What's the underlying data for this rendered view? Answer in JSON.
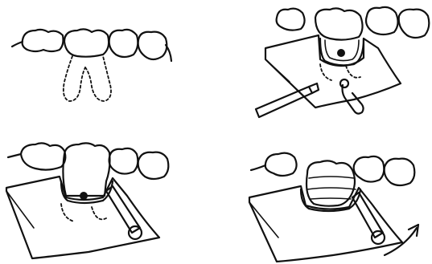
{
  "figure": {
    "panels": [
      {
        "id": "panel-1",
        "description_key": "tooth-with-roots"
      },
      {
        "id": "panel-2",
        "description_key": "rubber-dam-isolation-with-clamp-and-instrument"
      },
      {
        "id": "panel-3",
        "description_key": "cavity-preparation-under-dam"
      },
      {
        "id": "panel-4",
        "description_key": "restoration-with-matrix-and-removal-arrow"
      }
    ],
    "colors": {
      "ink": "#111111",
      "background": "#ffffff"
    }
  }
}
